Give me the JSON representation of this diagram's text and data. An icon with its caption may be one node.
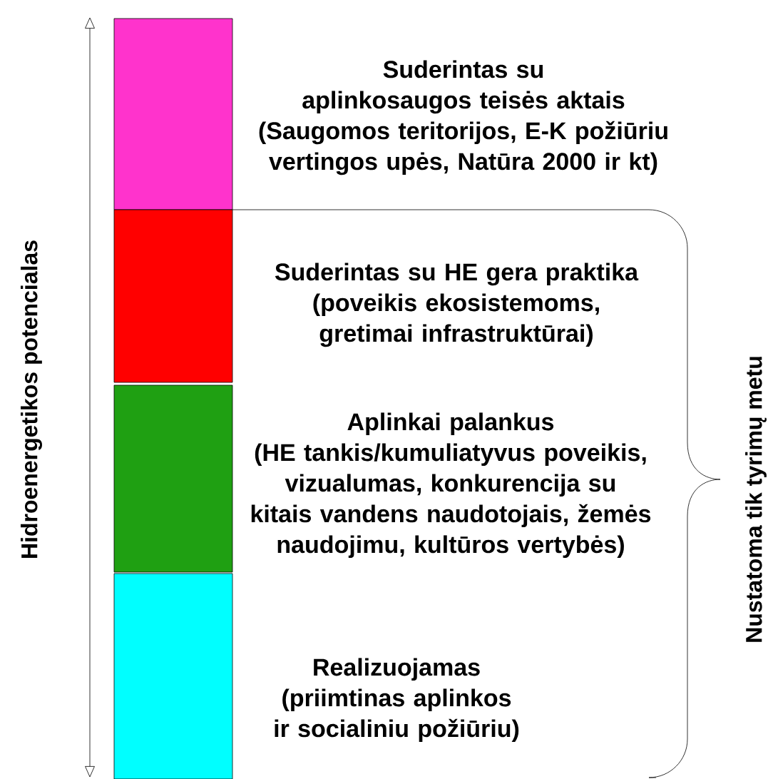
{
  "diagram": {
    "nodes": [
      {
        "text": [
          "Suderintas su aplinkosaugos teisės aktais",
          "(Saugomos teritorijos, E-K požiūriu vertingos upės, Natūra 2000 ir kt)"
        ]
      },
      {
        "text": [
          "Suderintas su HE gera praktika",
          "(poveikis ekosistemoms, gretimai infrastruktūrai)"
        ]
      },
      {
        "text": [
          "Aplinkai palankus",
          "(HE tankis/kumuliatyvus poveikis, vizualumas, konkurencija su kitais vandens naudotojais, žemės naudojimu, kultūros vertybės)"
        ]
      },
      {
        "text": [
          "Realizuojamas",
          "(priimtinas aplinkos ir socialiniu požiūriu)"
        ]
      }
    ],
    "labels": [
      "Hidroenergetikos potencialas",
      "Nustatoma tik tyrimų metu"
    ]
  }
}
